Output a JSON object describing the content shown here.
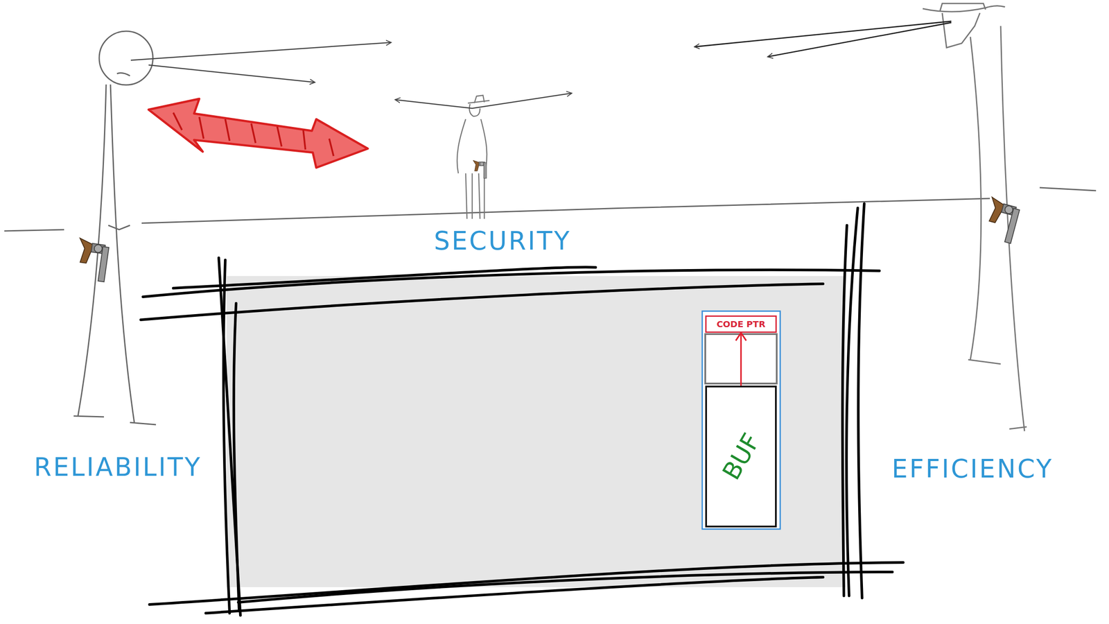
{
  "diagram": {
    "nodes": [
      {
        "text": [
          "CODE PTR"
        ]
      },
      {
        "text": [
          "BUF"
        ]
      }
    ],
    "edges": [
      {
        "from": 1,
        "to": 0,
        "arrow": "to"
      }
    ],
    "labels": [
      "SECURITY",
      "RELIABILITY",
      "EFFICIENCY"
    ]
  }
}
